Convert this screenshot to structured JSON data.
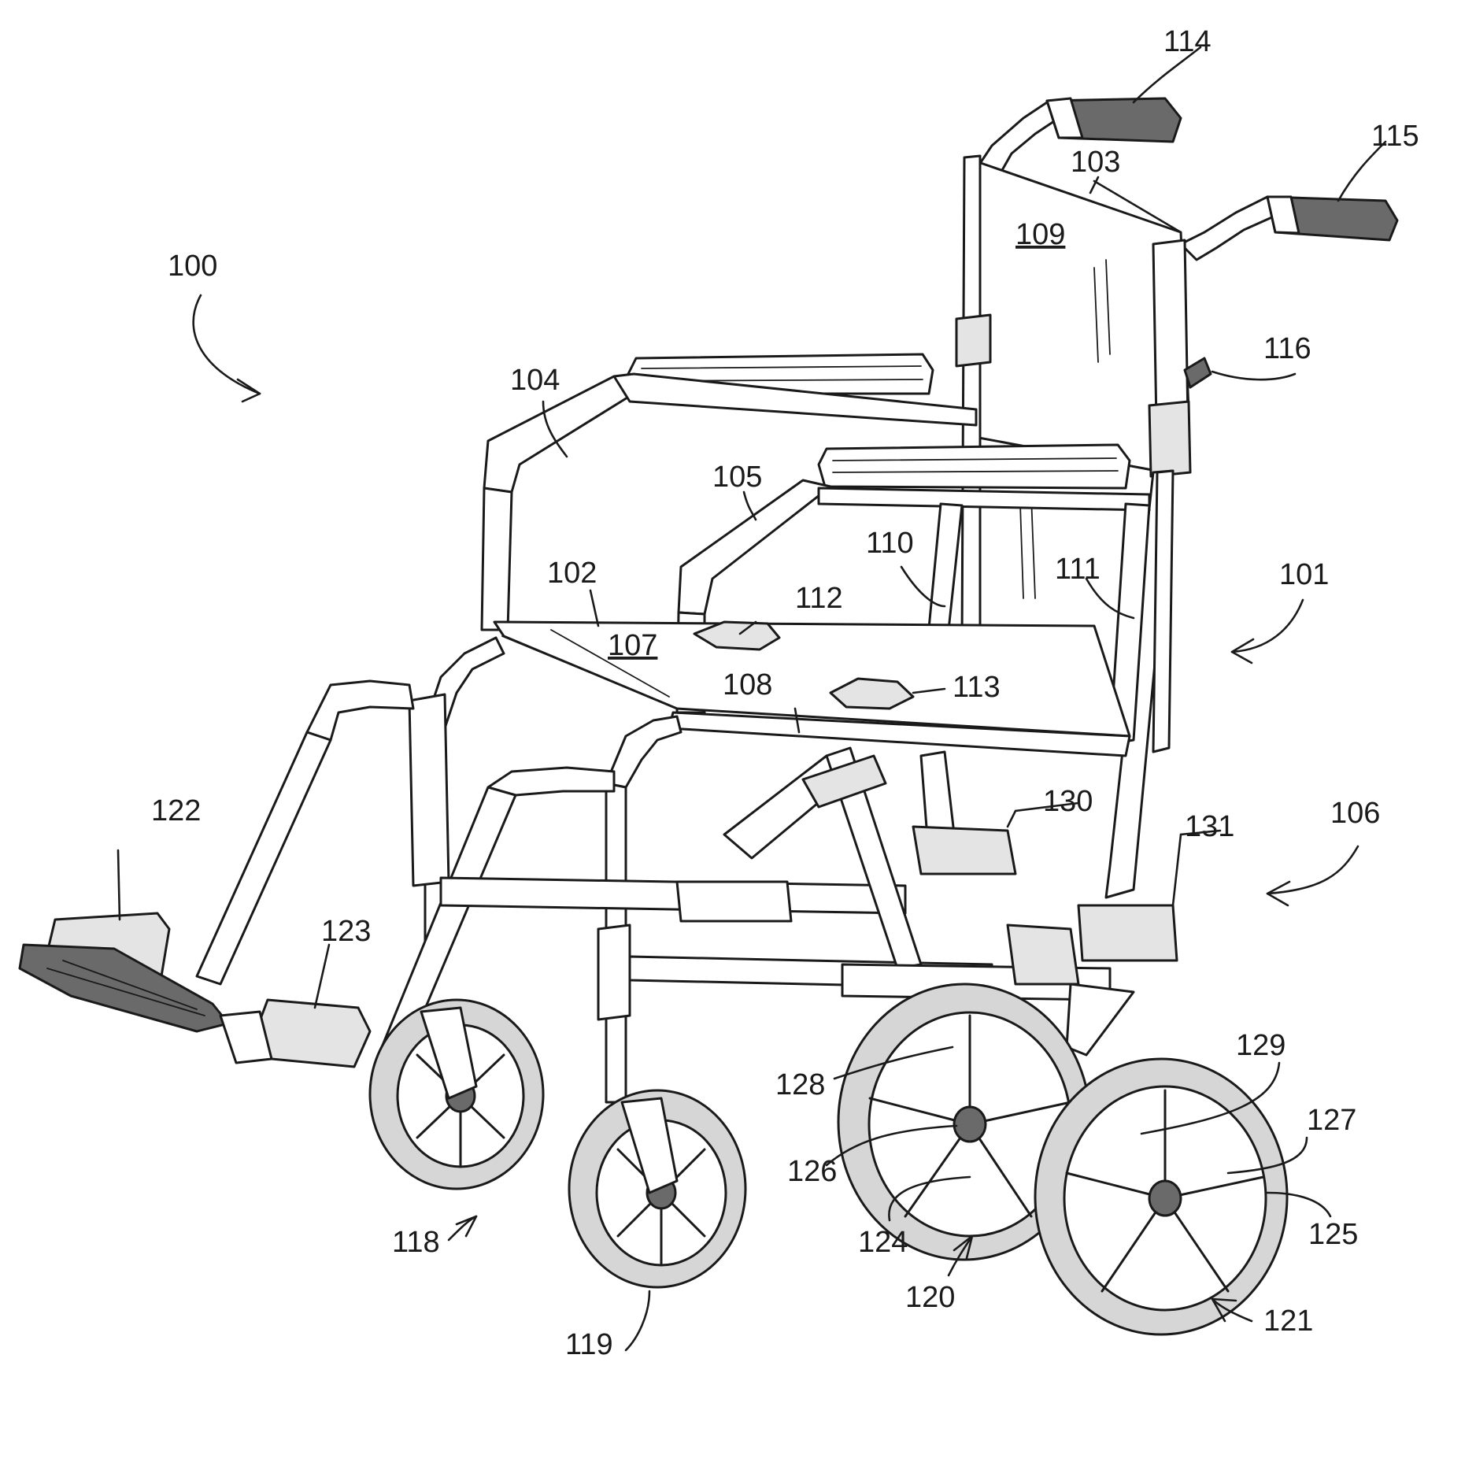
{
  "labels": {
    "l100": "100",
    "l101": "101",
    "l102": "102",
    "l103": "103",
    "l104": "104",
    "l105": "105",
    "l106": "106",
    "l107": "107",
    "l108": "108",
    "l109": "109",
    "l110": "110",
    "l111": "111",
    "l112": "112",
    "l113": "113",
    "l114": "114",
    "l115": "115",
    "l116": "116",
    "l118": "118",
    "l119": "119",
    "l120": "120",
    "l121": "121",
    "l122": "122",
    "l123": "123",
    "l124": "124",
    "l125": "125",
    "l126": "126",
    "l127": "127",
    "l128": "128",
    "l129": "129",
    "l130": "130",
    "l131": "131"
  }
}
